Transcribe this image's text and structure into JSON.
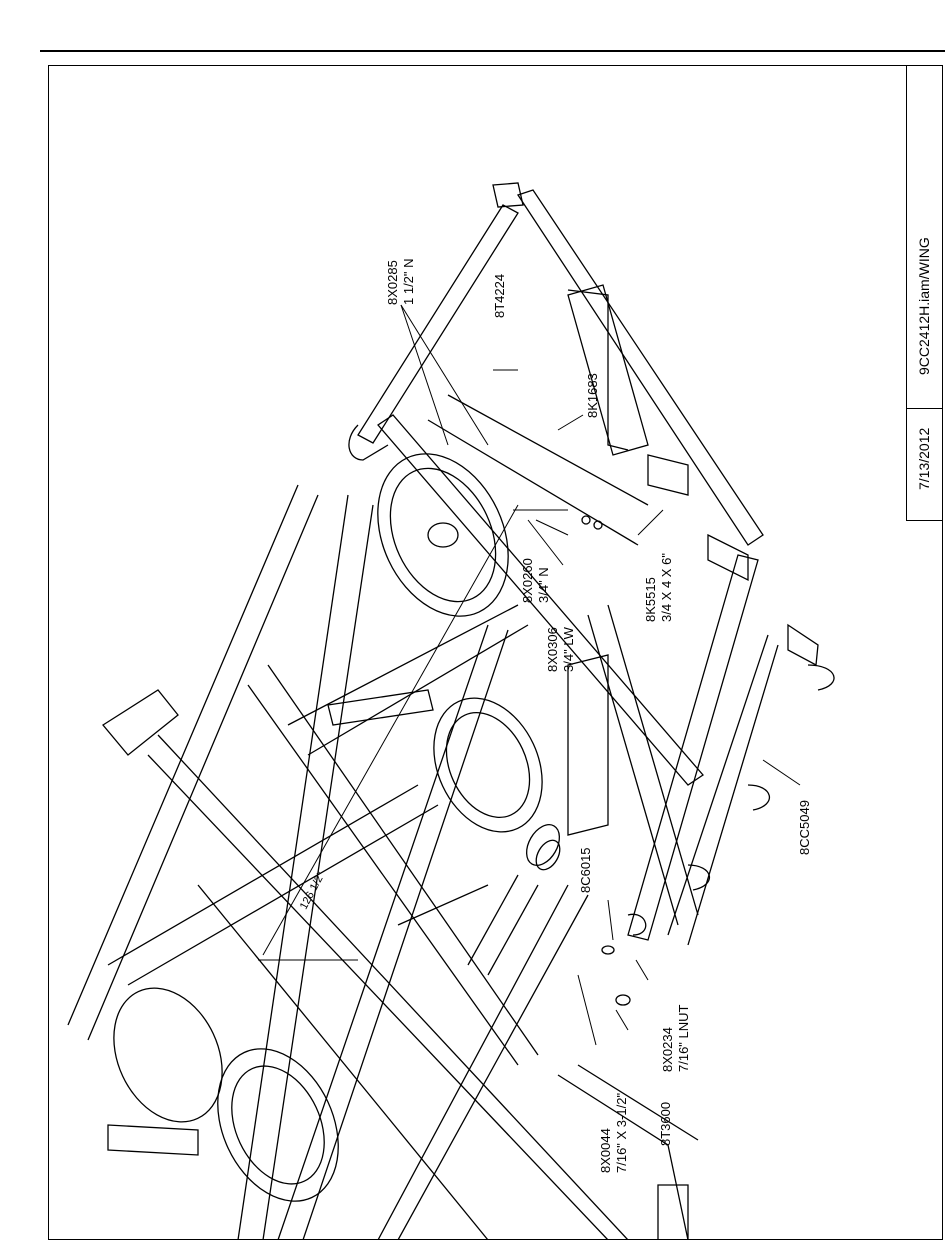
{
  "title_block": {
    "drawing_file": "9CC2412H.iam/WING",
    "date": "7/13/2012"
  },
  "callouts": {
    "c8X0285": {
      "part": "8X0285",
      "desc": "1 1/2\" N"
    },
    "c8T4224": {
      "part": "8T4224"
    },
    "c8K1683": {
      "part": "8K1683"
    },
    "c8X0260": {
      "part": "8X0260",
      "desc": "3/4\" N"
    },
    "c8X0306": {
      "part": "8X0306",
      "desc": "3/4\" LW"
    },
    "c8K5515": {
      "part": "8K5515",
      "desc": "3/4 X 4 X 6\""
    },
    "c8CC5049": {
      "part": "8CC5049"
    },
    "c8C6015": {
      "part": "8C6015"
    },
    "c8X0234": {
      "part": "8X0234",
      "desc": "7/16\" LNUT"
    },
    "c8X0044": {
      "part": "8X0044",
      "desc": "7/16\" X 3-1/2\""
    },
    "c8T3600": {
      "part": "8T3600"
    }
  },
  "dimension": {
    "value": "126 1/2\""
  }
}
